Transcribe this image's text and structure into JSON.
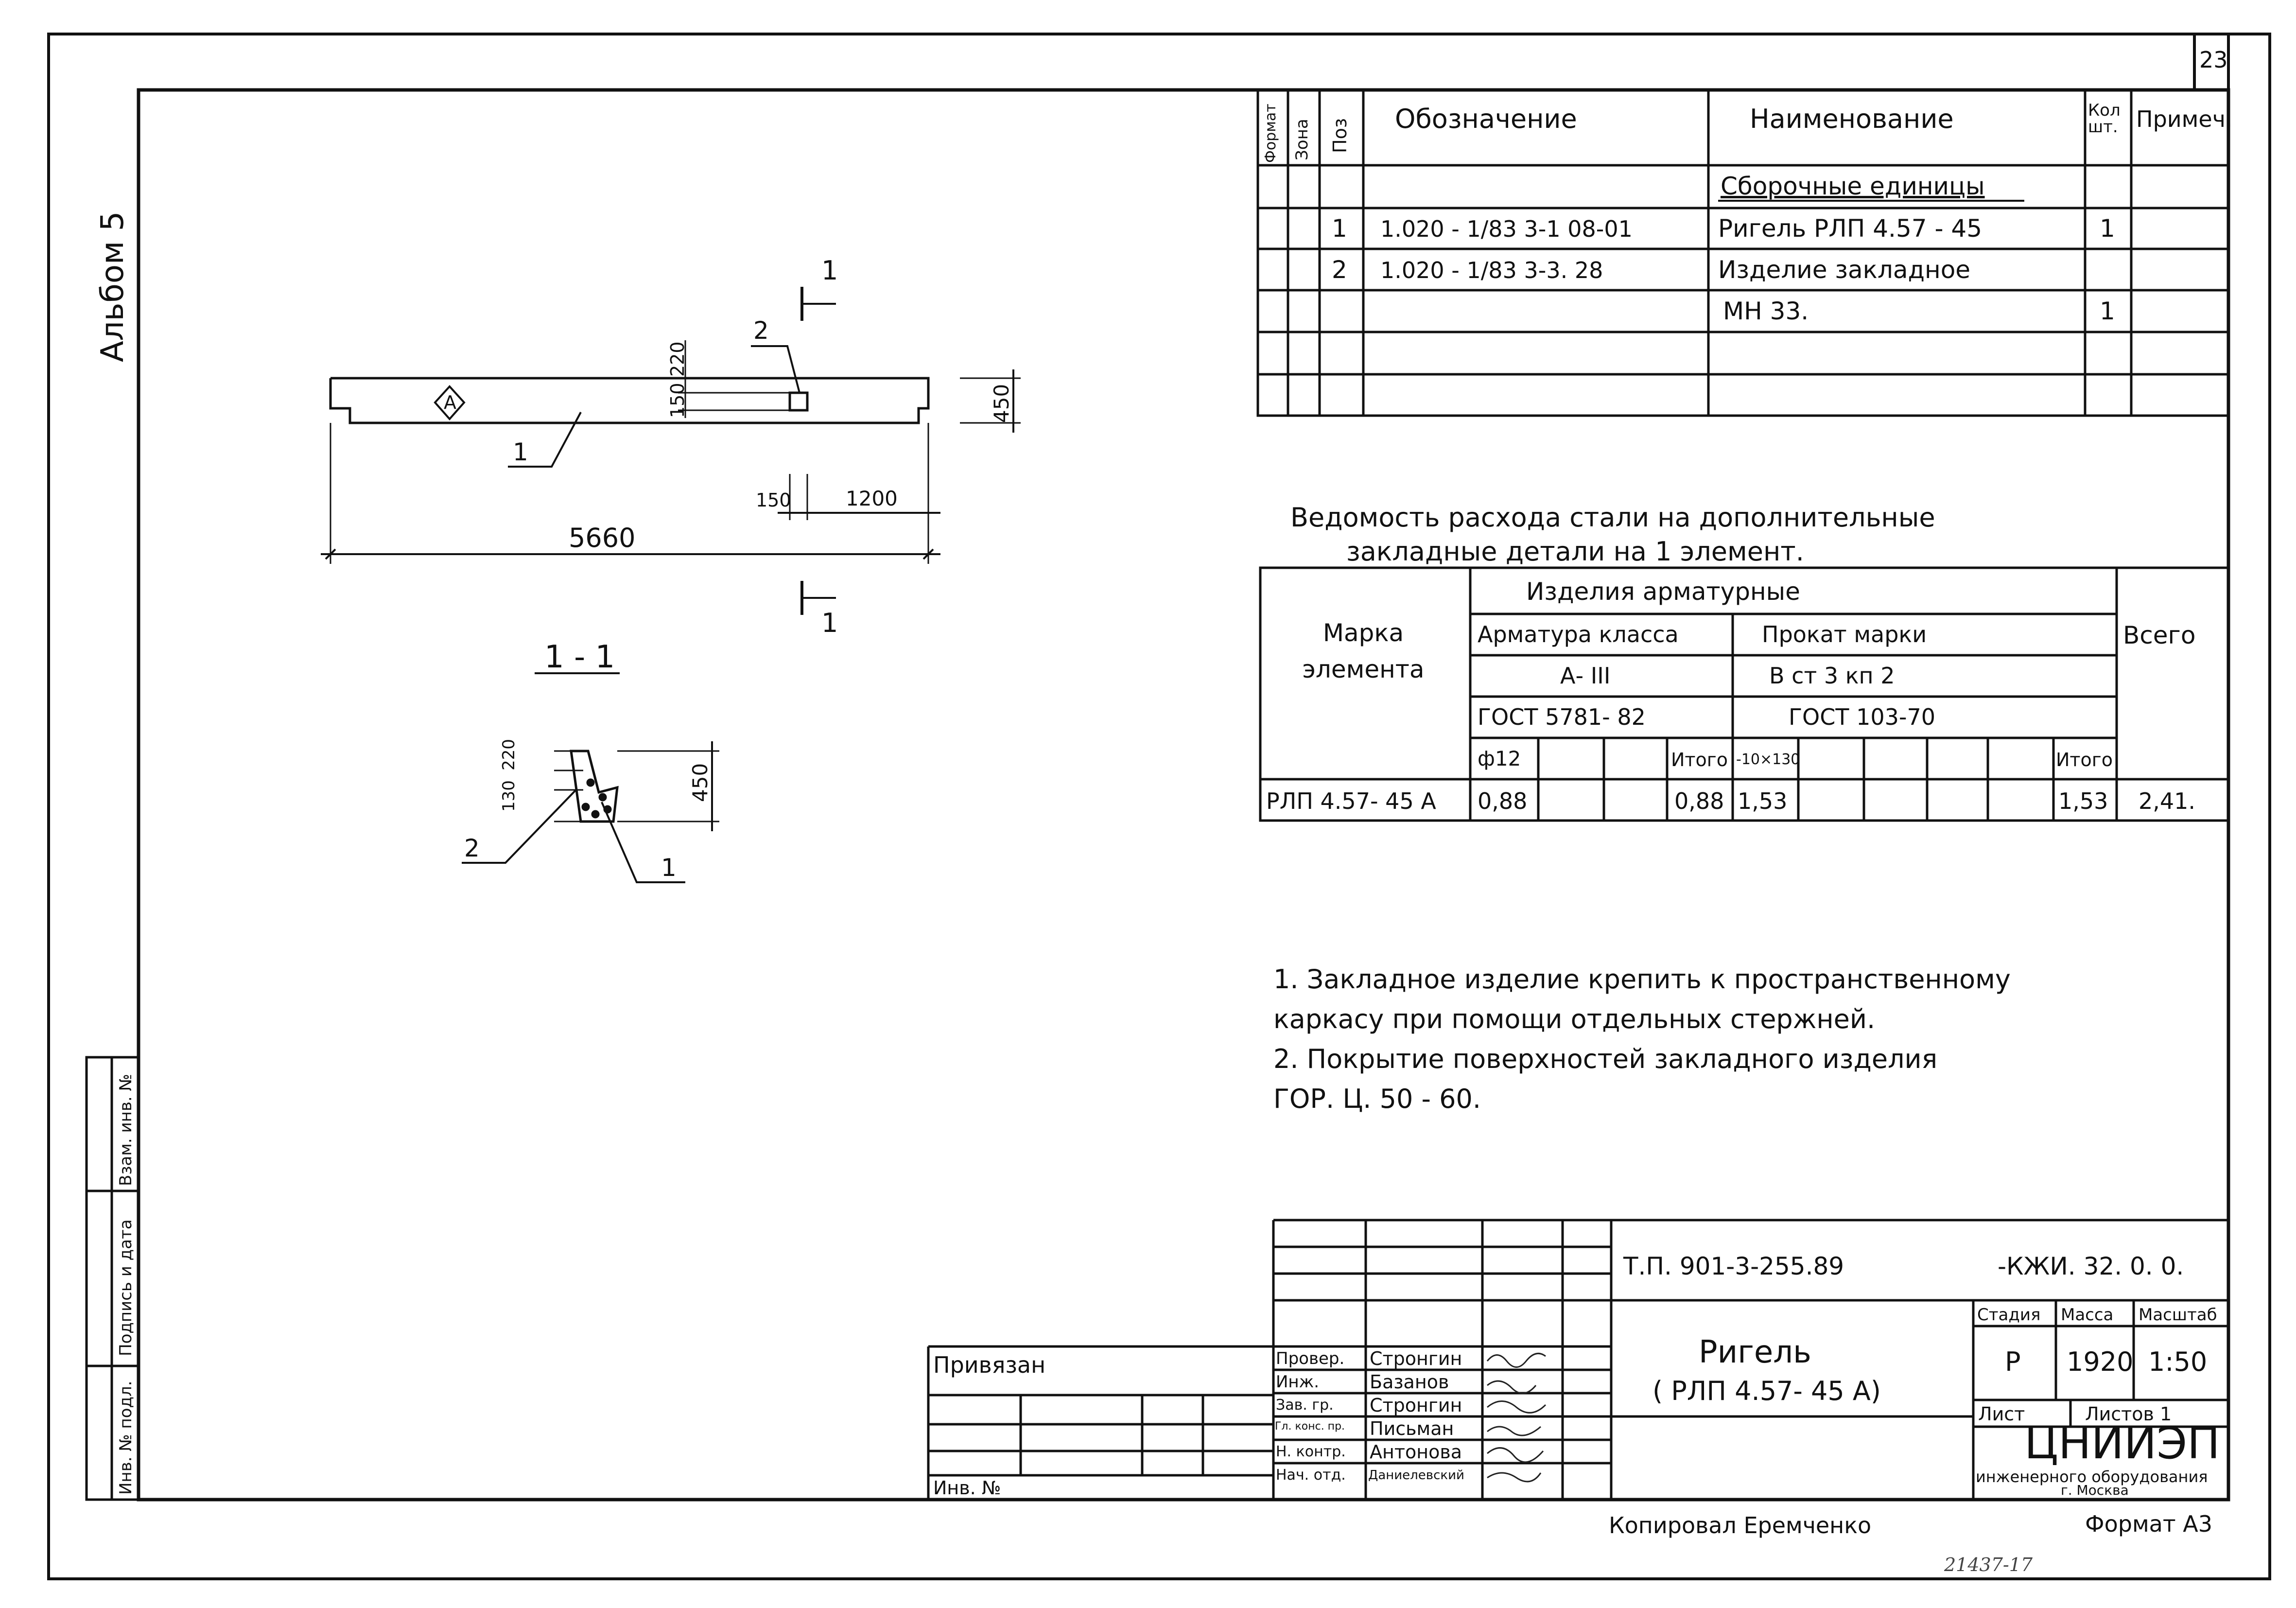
{
  "sheet": {
    "page_number": "23",
    "album": "Альбом 5",
    "side_stamps": [
      "Инв. № подл.",
      "Подпись и дата",
      "Взам. инв. №"
    ]
  },
  "spec_table": {
    "headers": [
      "Формат",
      "Зона",
      "Поз",
      "Обозначение",
      "Наименование",
      "Кол шт.",
      "Примеч."
    ],
    "section": "Сборочные единицы",
    "rows": [
      {
        "poz": "1",
        "designation": "1.020 - 1/83  3-1  08-01",
        "name": "Ригель   РЛП 4.57 - 45",
        "qty": "1"
      },
      {
        "poz": "2",
        "designation": "1.020 - 1/83  3-3. 28",
        "name": "Изделие  закладное",
        "qty": ""
      },
      {
        "poz": "",
        "designation": "",
        "name": "МН 33.",
        "qty": "1"
      }
    ]
  },
  "steel_table": {
    "title_line1": "Ведомость расхода стали на дополнительные",
    "title_line2": "закладные детали   на 1 элемент.",
    "col_mark": "Марка элемента",
    "group": "Изделия   арматурные",
    "armature_class": "Арматура класса",
    "armature_grade": "А- III",
    "armature_gost": "ГОСТ 5781- 82",
    "rolled_mark": "Прокат  марки",
    "rolled_grade": "В ст 3  кп 2",
    "rolled_gost": "ГОСТ  103-70",
    "total": "Всего",
    "sub_phi": "ф12",
    "sub_itogo": "Итого",
    "sub_plate": "-10×130",
    "row": {
      "mark": "РЛП 4.57- 45 А",
      "phi12": "0,88",
      "itogo1": "0,88",
      "plate": "1,53",
      "itogo2": "1,53",
      "total": "2,41."
    }
  },
  "notes": [
    "1. Закладное  изделие  крепить к пространственному",
    "каркасу  при помощи  отдельных  стержней.",
    "2. Покрытие  поверхностей  закладного  изделия",
    "ГОР. Ц. 50 - 60."
  ],
  "drawing": {
    "dim_length": "5660",
    "dim_1200": "1200",
    "dim_150": "150",
    "dim_220": "220",
    "dim_150_v": "150",
    "dim_450": "450",
    "pos1": "1",
    "pos2": "2",
    "mark_a": "А",
    "section_mark": "1",
    "section_title": "1 - 1",
    "sec_dim_220": "220",
    "sec_dim_130": "130",
    "sec_dim_450": "450"
  },
  "title_block": {
    "code": "Т.П. 901-3-255.89",
    "code_suffix": "-КЖИ. 32. 0. 0.",
    "privyazan": "Привязан",
    "inv_no": "Инв. №",
    "roles": [
      "Провер.",
      "Инж.",
      "Зав. гр.",
      "Гл. конс. пр.",
      "Н. контр.",
      "Нач. отд."
    ],
    "names": [
      "Стронгин",
      "Базанов",
      "Стронгин",
      "Письман",
      "Антонова",
      "Даниелевский"
    ],
    "title_line1": "Ригель",
    "title_line2": "( РЛП 4.57- 45 А)",
    "stage_label": "Стадия",
    "mass_label": "Масса",
    "scale_label": "Масштаб",
    "stage": "Р",
    "mass": "1920",
    "scale": "1:50",
    "sheet_label": "Лист",
    "sheets_label": "Листов 1",
    "org": "ЦНИИЭП",
    "org_sub": "инженерного оборудования",
    "city": "г. Москва",
    "copied": "Копировал  Еремченко",
    "format": "Формат А3",
    "archive_no": "21437-17"
  }
}
